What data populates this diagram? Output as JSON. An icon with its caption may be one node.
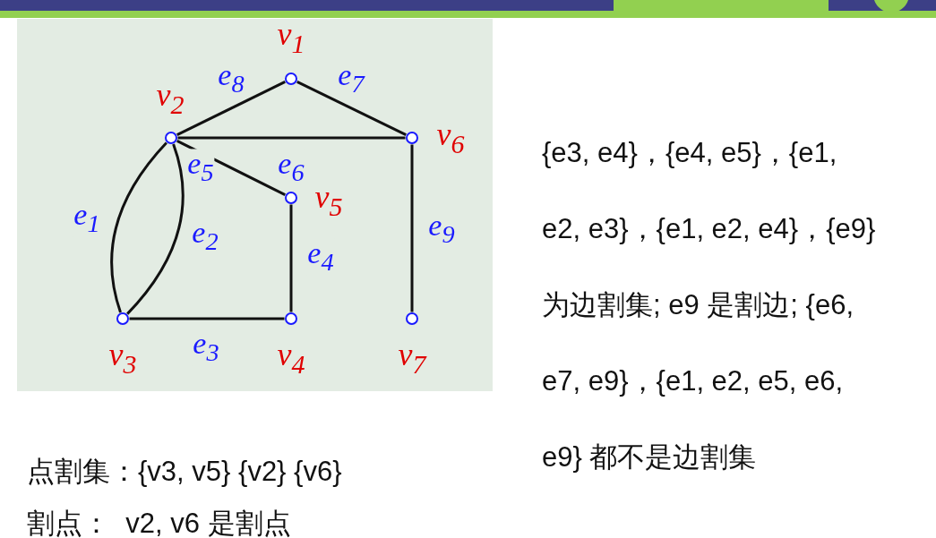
{
  "diagram": {
    "nodes": [
      {
        "text": [],
        "shape": "circle",
        "beside": [
          "v$_{1}$"
        ]
      },
      {
        "text": [],
        "shape": "circle",
        "beside": [
          "v$_{2}$"
        ]
      },
      {
        "text": [],
        "shape": "circle",
        "beside": [
          "v$_{3}$"
        ]
      },
      {
        "text": [],
        "shape": "circle",
        "beside": [
          "v$_{4}$"
        ]
      },
      {
        "text": [],
        "shape": "circle",
        "beside": [
          "v$_{5}$"
        ]
      },
      {
        "text": [],
        "shape": "circle",
        "beside": [
          "v$_{6}$"
        ]
      },
      {
        "text": [],
        "shape": "circle",
        "beside": [
          "v$_{7}$"
        ]
      }
    ],
    "edges": [
      {
        "from": 1,
        "to": 2,
        "arrow": "none",
        "label": "e$_{1}$"
      },
      {
        "from": 1,
        "to": 2,
        "arrow": "none",
        "label": "e$_{2}$"
      },
      {
        "from": 2,
        "to": 3,
        "arrow": "none",
        "label": "e$_{3}$"
      },
      {
        "from": 3,
        "to": 4,
        "arrow": "none",
        "label": "e$_{4}$"
      },
      {
        "from": 1,
        "to": 4,
        "arrow": "none",
        "label": "e$_{5}$"
      },
      {
        "from": 1,
        "to": 5,
        "arrow": "none",
        "label": "e$_{6}$"
      },
      {
        "from": 0,
        "to": 5,
        "arrow": "none",
        "label": "e$_{7}$"
      },
      {
        "from": 0,
        "to": 1,
        "arrow": "none",
        "label": "e$_{8}$"
      },
      {
        "from": 5,
        "to": 6,
        "arrow": "none",
        "label": "e$_{9}$"
      }
    ],
    "labels": [
      "{e3, e4}，{e4, e5}，{e1, e2, e3}，{e1, e2, e4}，{e9} 为边割集; e9 是割边; {e6, e7, e9}，{e1, e2, e5, e6, e9} 都不是边割集",
      "点割集：{v3, v5} {v2} {v6}",
      "割点：  v2, v6 是割点"
    ]
  }
}
